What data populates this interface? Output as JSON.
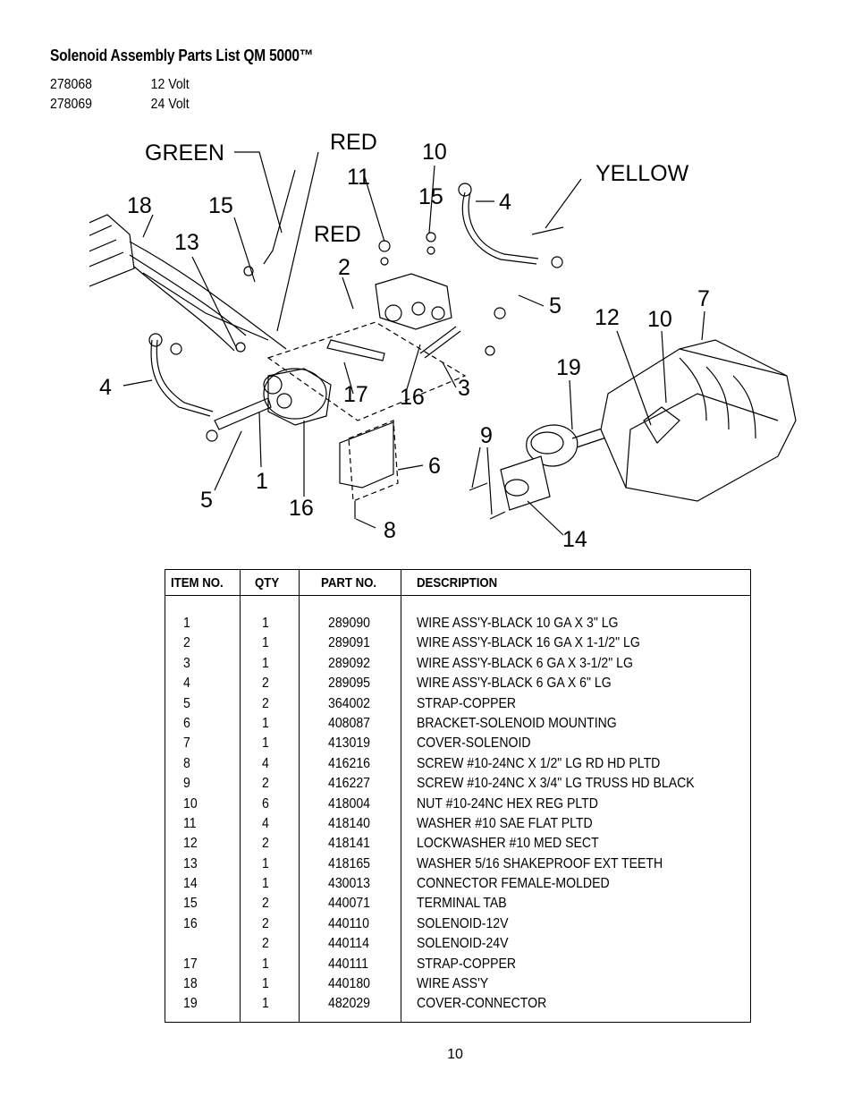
{
  "header": {
    "title": "Solenoid Assembly Parts List QM 5000™",
    "variants": [
      {
        "part": "278068",
        "voltage": "12 Volt"
      },
      {
        "part": "278069",
        "voltage": "24 Volt"
      }
    ]
  },
  "diagram": {
    "wire_labels": [
      "GREEN",
      "RED",
      "RED",
      "YELLOW"
    ],
    "callouts": [
      "10",
      "11",
      "15",
      "4",
      "18",
      "15",
      "13",
      "2",
      "7",
      "5",
      "12",
      "10",
      "19",
      "4",
      "17",
      "16",
      "3",
      "9",
      "6",
      "1",
      "5",
      "16",
      "8",
      "14"
    ]
  },
  "table": {
    "headers": [
      "ITEM NO.",
      "QTY",
      "PART NO.",
      "DESCRIPTION"
    ],
    "rows": [
      {
        "item": "1",
        "qty": "1",
        "part": "289090",
        "desc": "WIRE ASS'Y-BLACK 10 GA X 3\" LG"
      },
      {
        "item": "2",
        "qty": "1",
        "part": "289091",
        "desc": "WIRE ASS'Y-BLACK 16 GA X 1-1/2\" LG"
      },
      {
        "item": "3",
        "qty": "1",
        "part": "289092",
        "desc": "WIRE ASS'Y-BLACK 6 GA X 3-1/2\" LG"
      },
      {
        "item": "4",
        "qty": "2",
        "part": "289095",
        "desc": "WIRE ASS'Y-BLACK 6  GA X 6\" LG"
      },
      {
        "item": "5",
        "qty": "2",
        "part": "364002",
        "desc": "STRAP-COPPER"
      },
      {
        "item": "6",
        "qty": "1",
        "part": "408087",
        "desc": "BRACKET-SOLENOID MOUNTING"
      },
      {
        "item": "7",
        "qty": "1",
        "part": "413019",
        "desc": "COVER-SOLENOID"
      },
      {
        "item": "8",
        "qty": "4",
        "part": "416216",
        "desc": "SCREW #10-24NC X 1/2\" LG RD HD PLTD"
      },
      {
        "item": "9",
        "qty": "2",
        "part": "416227",
        "desc": "SCREW #10-24NC X 3/4\" LG TRUSS HD BLACK"
      },
      {
        "item": "10",
        "qty": "6",
        "part": "418004",
        "desc": "NUT #10-24NC HEX REG PLTD"
      },
      {
        "item": "11",
        "qty": "4",
        "part": "418140",
        "desc": "WASHER #10 SAE FLAT PLTD"
      },
      {
        "item": "12",
        "qty": "2",
        "part": "418141",
        "desc": "LOCKWASHER #10 MED SECT"
      },
      {
        "item": "13",
        "qty": "1",
        "part": "418165",
        "desc": "WASHER 5/16 SHAKEPROOF EXT TEETH"
      },
      {
        "item": "14",
        "qty": "1",
        "part": "430013",
        "desc": "CONNECTOR FEMALE-MOLDED"
      },
      {
        "item": "15",
        "qty": "2",
        "part": "440071",
        "desc": "TERMINAL TAB"
      },
      {
        "item": "16",
        "qty": "2",
        "part": "440110",
        "desc": "SOLENOID-12V"
      },
      {
        "item": "",
        "qty": "2",
        "part": "440114",
        "desc": "SOLENOID-24V"
      },
      {
        "item": "17",
        "qty": "1",
        "part": "440111",
        "desc": "STRAP-COPPER"
      },
      {
        "item": "18",
        "qty": "1",
        "part": "440180",
        "desc": "WIRE ASS'Y"
      },
      {
        "item": "19",
        "qty": "1",
        "part": "482029",
        "desc": "COVER-CONNECTOR"
      }
    ]
  },
  "footer": {
    "page_number": "10"
  }
}
